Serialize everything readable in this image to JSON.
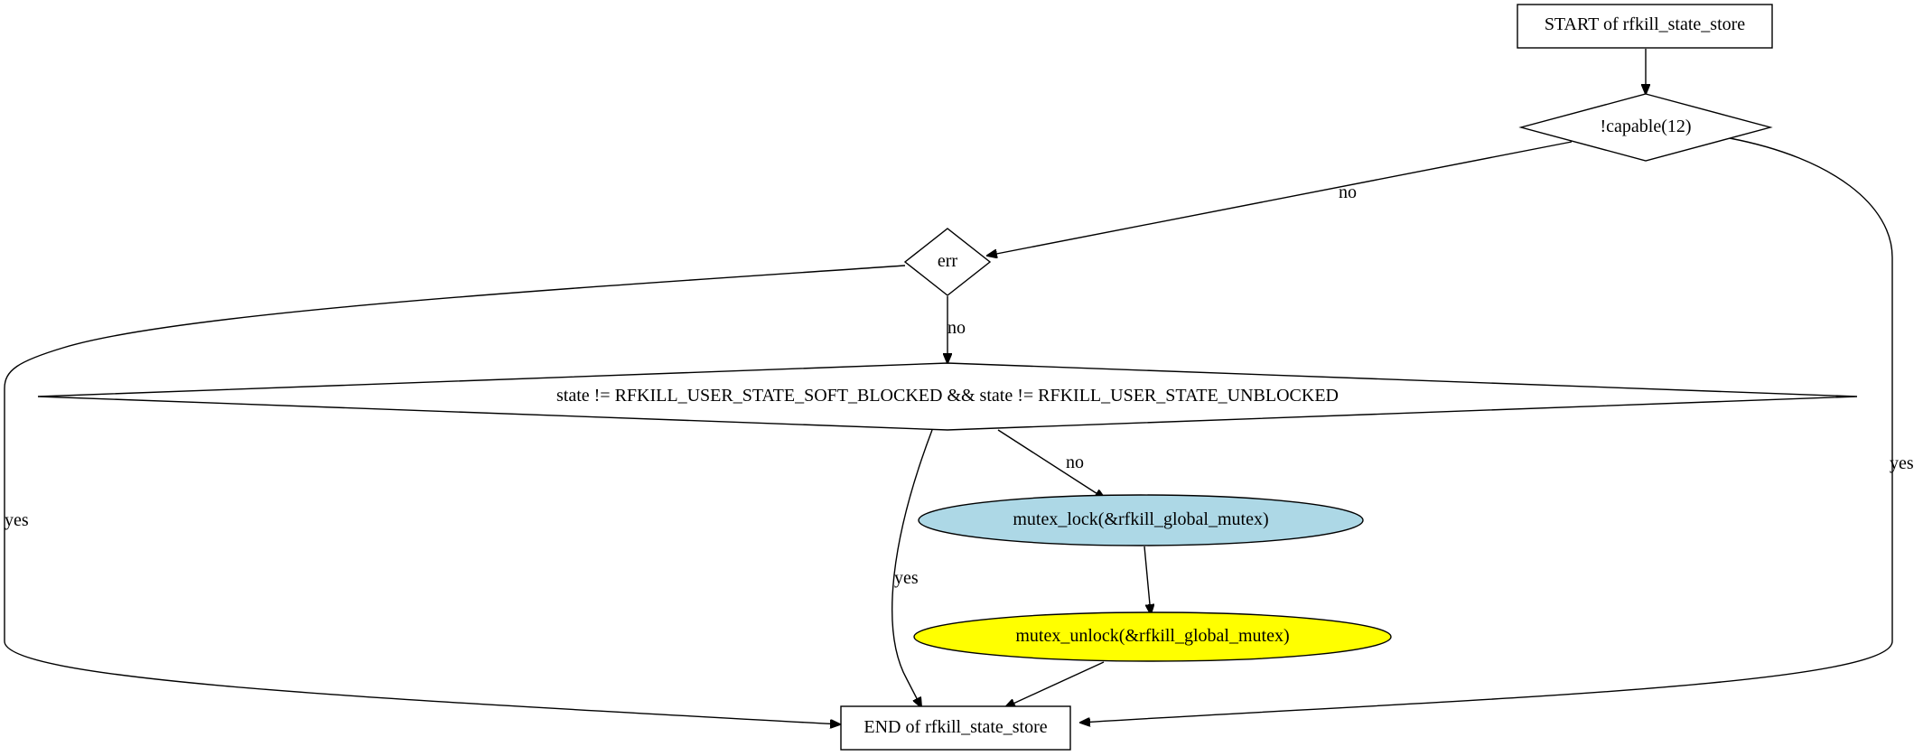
{
  "nodes": {
    "start": {
      "label": "START of rfkill_state_store"
    },
    "capable": {
      "label": "!capable(12)"
    },
    "err": {
      "label": "err"
    },
    "state_check": {
      "label": "state != RFKILL_USER_STATE_SOFT_BLOCKED && state != RFKILL_USER_STATE_UNBLOCKED"
    },
    "mutex_lock": {
      "label": "mutex_lock(&rfkill_global_mutex)",
      "fill": "#add8e6"
    },
    "mutex_unlock": {
      "label": "mutex_unlock(&rfkill_global_mutex)",
      "fill": "#ffff00"
    },
    "end": {
      "label": "END of rfkill_state_store"
    }
  },
  "edges": {
    "capable_err": {
      "label": "no"
    },
    "capable_end": {
      "label": "yes"
    },
    "err_state": {
      "label": "no"
    },
    "err_end": {
      "label": "yes"
    },
    "state_lock": {
      "label": "no"
    },
    "state_end": {
      "label": "yes"
    }
  }
}
